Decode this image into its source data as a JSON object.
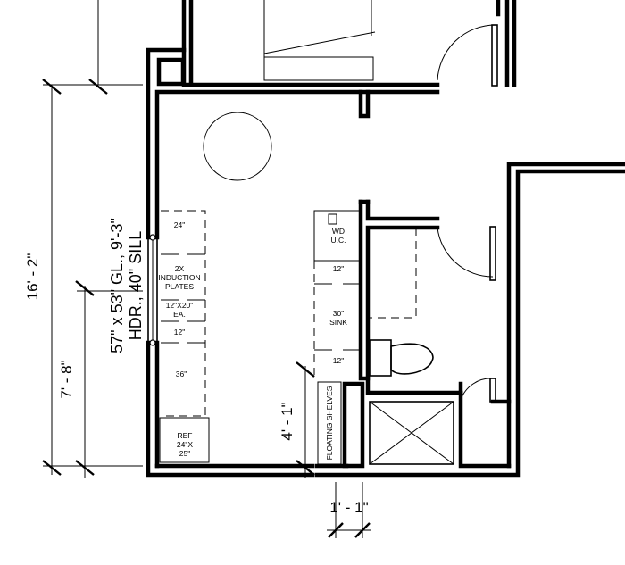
{
  "dimensions": {
    "overall_height": "16' - 2\"",
    "lower_height": "7' - 8\"",
    "shelf_depth": "4' - 1\"",
    "bottom_pair": "1' - 1\""
  },
  "window_note": {
    "line1": "57\" x 53\" GL., 9'-3\"",
    "line2": "HDR., 40\" SILL"
  },
  "kitchen": {
    "seg1": "24\"",
    "seg2_line1": "2X",
    "seg2_line2": "INDUCTION",
    "seg2_line3": "PLATES",
    "seg3_line1": "12\"X20\"",
    "seg3_line2": "EA.",
    "seg4": "12\"",
    "seg5": "36\""
  },
  "ref": {
    "line1": "REF",
    "line2": "24\"X",
    "line3": "25\""
  },
  "right_counter": {
    "wd_line1": "WD",
    "wd_line2": "U.C.",
    "seg1": "12\"",
    "sink_line1": "30\"",
    "sink_line2": "SINK",
    "seg2": "12\""
  },
  "shelves": "FLOATING SHELVES"
}
